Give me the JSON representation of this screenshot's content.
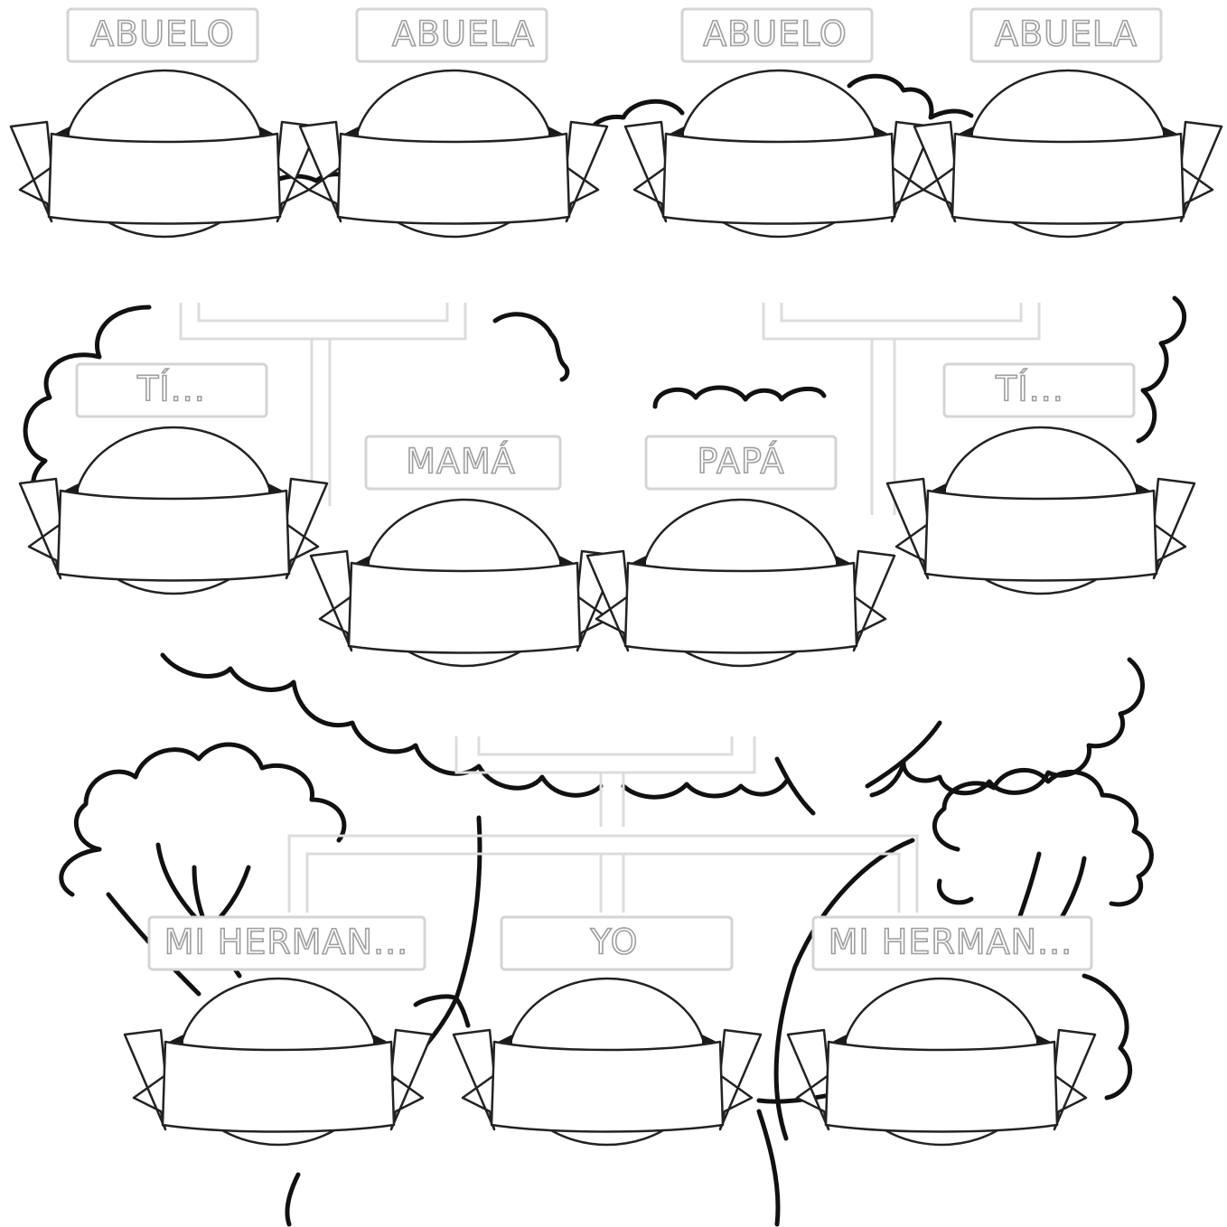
{
  "worksheet": {
    "row1": [
      "ABUELO",
      "ABUELA",
      "ABUELO",
      "ABUELA"
    ],
    "row2": [
      "TÍ...",
      "MAMÁ",
      "PAPÁ",
      "TÍ..."
    ],
    "row3": [
      "MI HERMAN...",
      "YO",
      "MI HERMAN..."
    ]
  },
  "colors": {
    "outline": "#111111",
    "label_box": "#d4d4d4",
    "label_text": "#9e9e9e",
    "connector": "#dcdcdc"
  }
}
